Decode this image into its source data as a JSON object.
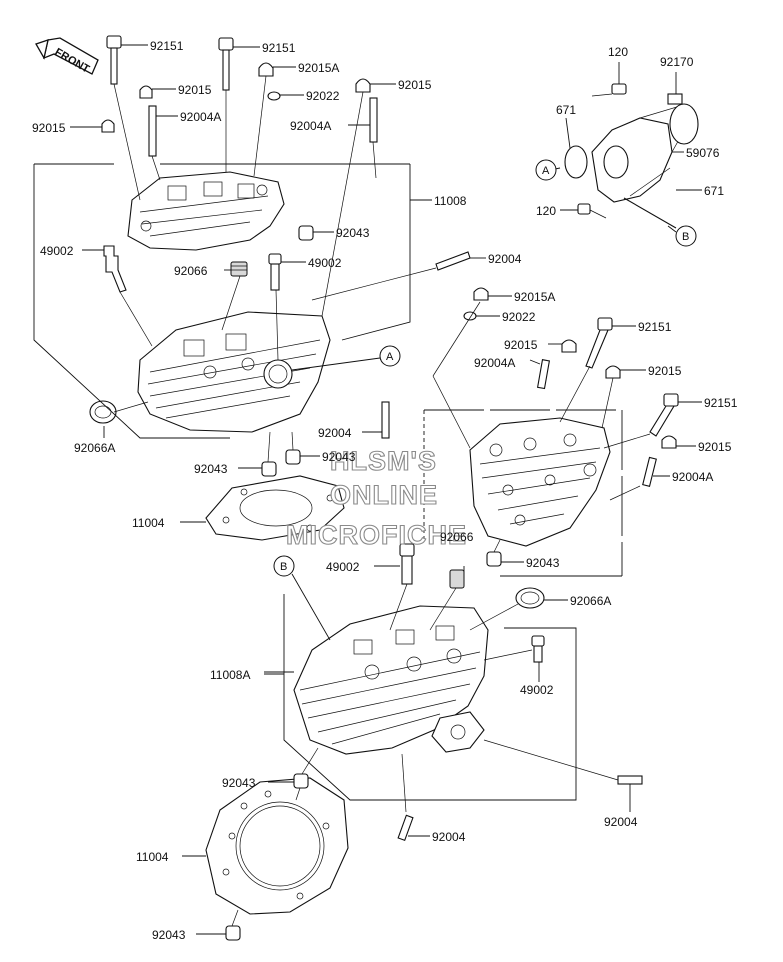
{
  "front_marker": "FRONT",
  "watermark": [
    "HLSM'S",
    "ONLINE",
    "MICROFICHE"
  ],
  "reference_markers": [
    "A",
    "A",
    "B",
    "B"
  ],
  "part_labels": [
    {
      "id": "p1",
      "text": "92151"
    },
    {
      "id": "p2",
      "text": "92151"
    },
    {
      "id": "p3",
      "text": "92015A"
    },
    {
      "id": "p4",
      "text": "92015"
    },
    {
      "id": "p5",
      "text": "92015"
    },
    {
      "id": "p6",
      "text": "92022"
    },
    {
      "id": "p7",
      "text": "92004A"
    },
    {
      "id": "p8",
      "text": "92015"
    },
    {
      "id": "p9",
      "text": "92004A"
    },
    {
      "id": "p10",
      "text": "11008"
    },
    {
      "id": "p11",
      "text": "92043"
    },
    {
      "id": "p12",
      "text": "49002"
    },
    {
      "id": "p13",
      "text": "92066"
    },
    {
      "id": "p14",
      "text": "49002"
    },
    {
      "id": "p15",
      "text": "92004"
    },
    {
      "id": "p16",
      "text": "92015A"
    },
    {
      "id": "p17",
      "text": "92022"
    },
    {
      "id": "p18",
      "text": "92151"
    },
    {
      "id": "p19",
      "text": "92015"
    },
    {
      "id": "p20",
      "text": "92004A"
    },
    {
      "id": "p21",
      "text": "92015"
    },
    {
      "id": "p22",
      "text": "92066A"
    },
    {
      "id": "p23",
      "text": "92004"
    },
    {
      "id": "p24",
      "text": "92151"
    },
    {
      "id": "p25",
      "text": "92015"
    },
    {
      "id": "p26",
      "text": "92043"
    },
    {
      "id": "p27",
      "text": "92043"
    },
    {
      "id": "p28",
      "text": "92004A"
    },
    {
      "id": "p29",
      "text": "11004"
    },
    {
      "id": "p30",
      "text": "92066"
    },
    {
      "id": "p31",
      "text": "49002"
    },
    {
      "id": "p32",
      "text": "92043"
    },
    {
      "id": "p33",
      "text": "92066A"
    },
    {
      "id": "p34",
      "text": "11008A"
    },
    {
      "id": "p35",
      "text": "49002"
    },
    {
      "id": "p36",
      "text": "92043"
    },
    {
      "id": "p37",
      "text": "92004"
    },
    {
      "id": "p38",
      "text": "11004"
    },
    {
      "id": "p39",
      "text": "92004"
    },
    {
      "id": "p40",
      "text": "92043"
    },
    {
      "id": "p41",
      "text": "120"
    },
    {
      "id": "p42",
      "text": "92170"
    },
    {
      "id": "p43",
      "text": "671"
    },
    {
      "id": "p44",
      "text": "59076"
    },
    {
      "id": "p45",
      "text": "671"
    },
    {
      "id": "p46",
      "text": "120"
    }
  ]
}
